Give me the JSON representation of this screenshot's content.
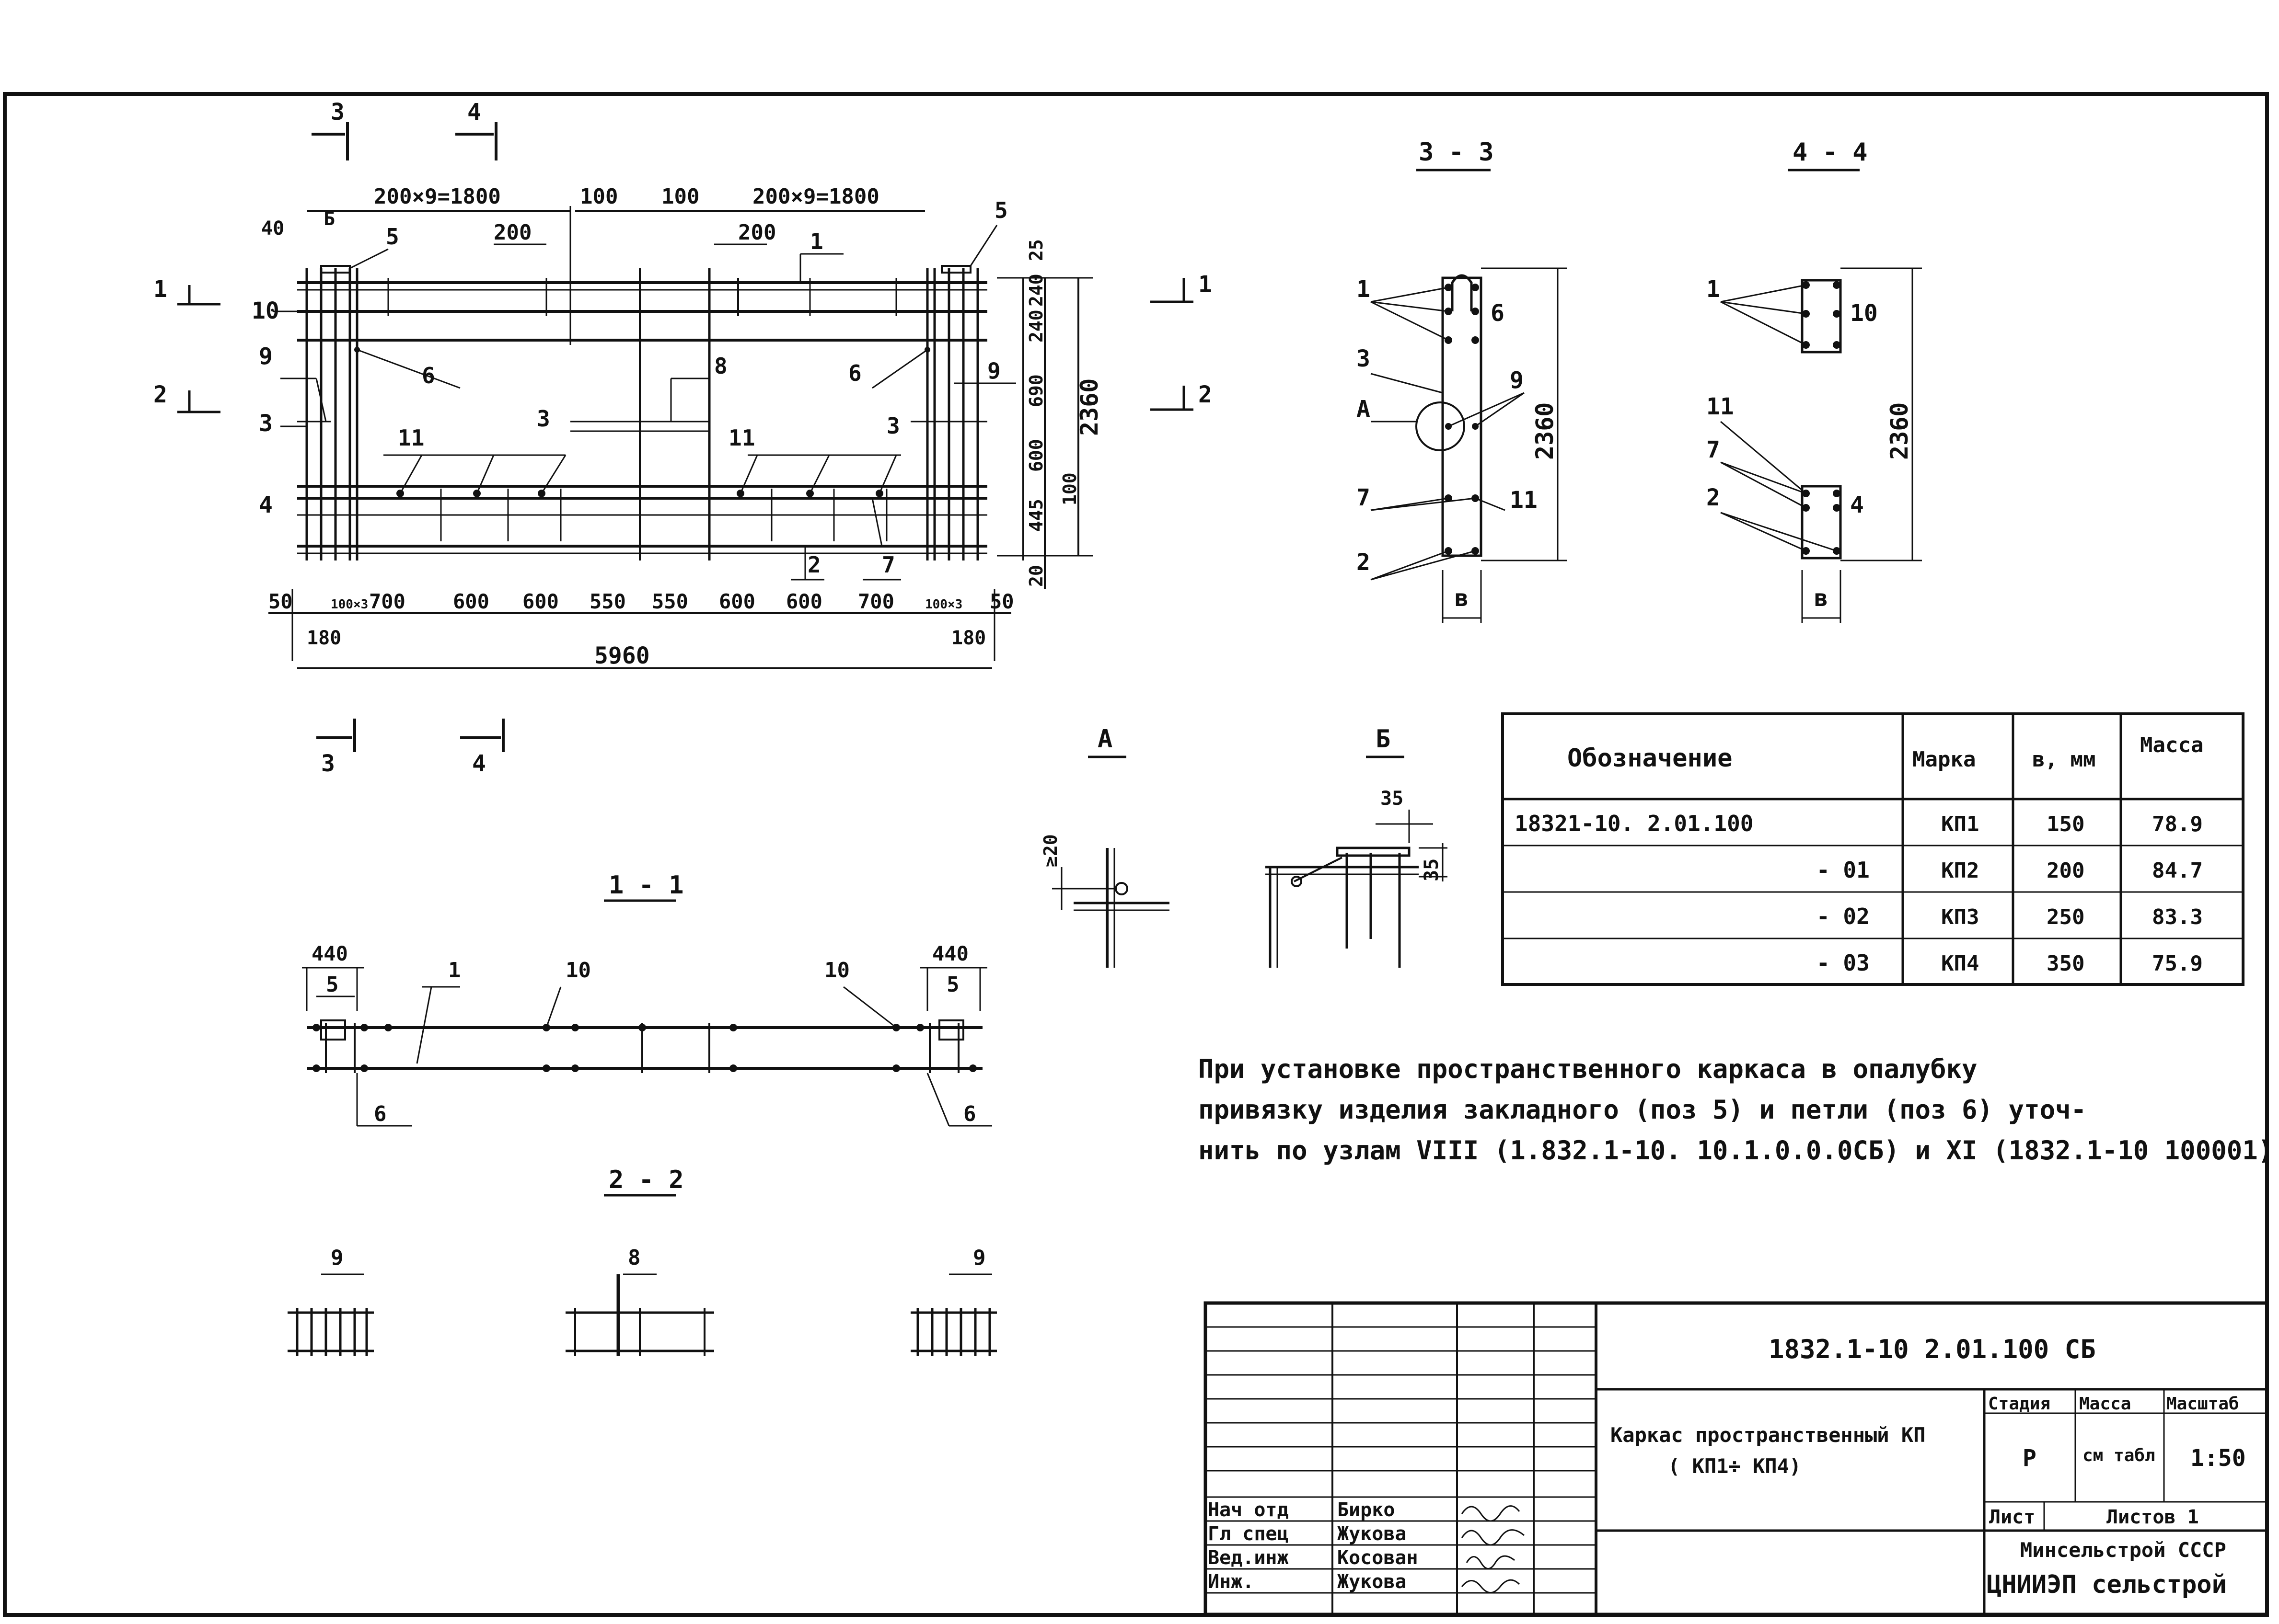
{
  "views": {
    "main": {
      "cut_labels": [
        "3",
        "4",
        "3",
        "4"
      ],
      "top_dims": [
        "200×9=1800",
        "100",
        "100",
        "200×9=1800"
      ],
      "small_dims": [
        "40",
        "Б",
        "200",
        "200"
      ],
      "bottom_dims": [
        "50",
        "100×3",
        "700",
        "600",
        "600",
        "550",
        "550",
        "600",
        "600",
        "700",
        "100×3",
        "50"
      ],
      "bottom_sub": [
        "180",
        "180"
      ],
      "overall_width": "5960",
      "right_dims": [
        "25",
        "240",
        "240",
        "690",
        "600",
        "445",
        "20",
        "100"
      ],
      "overall_height": "2360",
      "row_labels": [
        "10",
        "9",
        "3",
        "4"
      ],
      "section_markers": [
        "1",
        "2",
        "1",
        "2"
      ],
      "pos_labels": [
        "5",
        "5",
        "1",
        "6",
        "6",
        "8",
        "9",
        "3",
        "3",
        "11",
        "11",
        "2",
        "7",
        "9",
        "3"
      ]
    },
    "section_33": {
      "title": "3 - 3",
      "labels": [
        "1",
        "6",
        "3",
        "A",
        "9",
        "7",
        "11",
        "2"
      ],
      "height": "2360",
      "width": "в"
    },
    "section_44": {
      "title": "4 - 4",
      "labels": [
        "1",
        "10",
        "11",
        "7",
        "2",
        "4"
      ],
      "height": "2360",
      "width": "в"
    },
    "section_11": {
      "title": "1 - 1",
      "dims": [
        "440",
        "440"
      ],
      "labels": [
        "5",
        "1",
        "10",
        "10",
        "5",
        "6",
        "6"
      ]
    },
    "section_22": {
      "title": "2 - 2",
      "labels": [
        "9",
        "8",
        "9"
      ]
    },
    "detail_a": {
      "title": "А",
      "dim": "≥20"
    },
    "detail_b": {
      "title": "Б",
      "dims": [
        "35",
        "35"
      ]
    }
  },
  "spec_table": {
    "headers": [
      "Обозначение",
      "Марка",
      "в, мм",
      "Масса"
    ],
    "rows": [
      [
        "18321-10. 2.01.100",
        "КП1",
        "150",
        "78.9"
      ],
      [
        "- 01",
        "КП2",
        "200",
        "84.7"
      ],
      [
        "- 02",
        "КП3",
        "250",
        "83.3"
      ],
      [
        "- 03",
        "КП4",
        "350",
        "75.9"
      ]
    ]
  },
  "note": {
    "lines": [
      "При установке пространственного каркаса в опалубку",
      "привязку изделия закладного (поз 5) и петли (поз 6) уточ-",
      "нить по узлам VIII (1.832.1-10. 10.1.0.0.0СБ) и XI (1832.1-10 100001)"
    ]
  },
  "title_block": {
    "code": "1832.1-10  2.01.100 СБ",
    "name_line1": "Каркас пространственный КП",
    "name_line2": "( КП1÷ КП4)",
    "stage_header": "Стадия",
    "mass_header": "Масса",
    "scale_header": "Масштаб",
    "stage": "Р",
    "mass": "см табл",
    "scale": "1:50",
    "sheet": "Лист",
    "sheets": "Листов 1",
    "org1": "Минсельстрой СССР",
    "org2": "ЦНИИЭП сельстрой",
    "staff": [
      {
        "role": "Нач отд",
        "name": "Бирко"
      },
      {
        "role": "Гл спец",
        "name": "Жукова"
      },
      {
        "role": "Вед.инж",
        "name": "Косован"
      },
      {
        "role": "Инж.",
        "name": "Жукова"
      }
    ]
  }
}
